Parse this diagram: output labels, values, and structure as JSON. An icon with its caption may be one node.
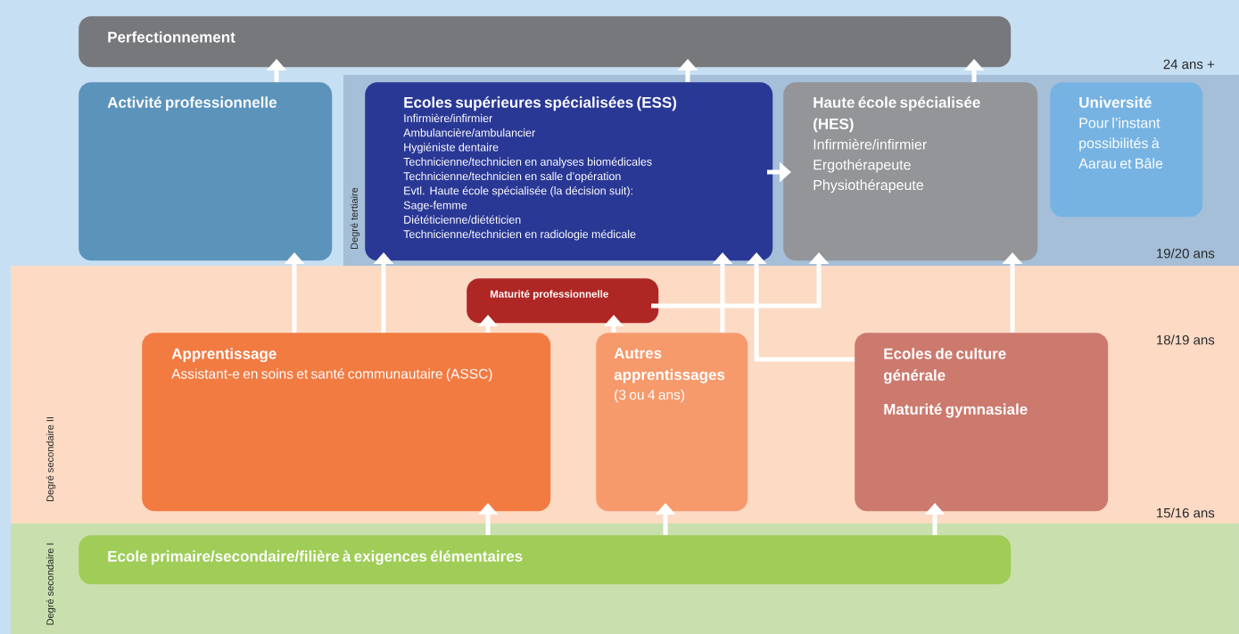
{
  "diagram": {
    "nodes": [
      {
        "text": [
          "Perfectionnement"
        ]
      },
      {
        "text": [
          "Activité professionnelle"
        ]
      },
      {
        "text": [
          "Ecoles supérieures spécialisées (ESS)",
          "Infirmière/infirmier",
          "Ambulancière/ambulancier",
          "Hygiéniste dentaire",
          "Technicienne/technicien en analyses biomédicales",
          "Technicienne/technicien en salle d’opération",
          "Evtl. Haute école spécialisée (la décision suit):",
          "Sage-femme",
          "Diététicienne/diététicien",
          "Technicienne/technicien en radiologie médicale"
        ]
      },
      {
        "text": [
          "Haute école spécialisée (HES)",
          "Infirmière/infirmier",
          "Ergothérapeute",
          "Physiothérapeute"
        ]
      },
      {
        "text": [
          "Université",
          "Pour l’instant possibilités à Aarau et Bâle"
        ]
      },
      {
        "text": [
          "Maturité professionnelle"
        ]
      },
      {
        "text": [
          "Apprentissage",
          "Assistant-e en soins et santé communautaire (ASSC)"
        ]
      },
      {
        "text": [
          "Autres apprentissages",
          "(3 ou 4 ans)"
        ]
      },
      {
        "text": [
          "Ecoles de culture générale",
          "Maturité gymnasiale"
        ]
      },
      {
        "text": [
          "Ecole primaire/secondaire/filière à exigences élémentaires"
        ]
      }
    ],
    "edges": [
      {
        "from": 1,
        "to": 0,
        "arrow": "to"
      },
      {
        "from": 2,
        "to": 0,
        "arrow": "to"
      },
      {
        "from": 3,
        "to": 0,
        "arrow": "to"
      },
      {
        "from": 2,
        "to": 3,
        "arrow": "to"
      },
      {
        "from": 6,
        "to": 1,
        "arrow": "to"
      },
      {
        "from": 6,
        "to": 2,
        "arrow": "to"
      },
      {
        "from": 6,
        "to": 5,
        "arrow": "to"
      },
      {
        "from": 7,
        "to": 5,
        "arrow": "to"
      },
      {
        "from": 7,
        "to": 2,
        "arrow": "to"
      },
      {
        "from": 8,
        "to": 2,
        "arrow": "to"
      },
      {
        "from": 5,
        "to": 3,
        "arrow": "to"
      },
      {
        "from": 8,
        "to": 3,
        "arrow": "to"
      },
      {
        "from": 9,
        "to": 6,
        "arrow": "to"
      },
      {
        "from": 9,
        "to": 7,
        "arrow": "to"
      },
      {
        "from": 9,
        "to": 8,
        "arrow": "to"
      }
    ],
    "labels": [
      "24 ans +",
      "Degré tertiaire",
      "19/20 ans",
      "18/19 ans",
      "Degré secondaire II",
      "15/16 ans",
      "Degré secondaire I"
    ]
  }
}
